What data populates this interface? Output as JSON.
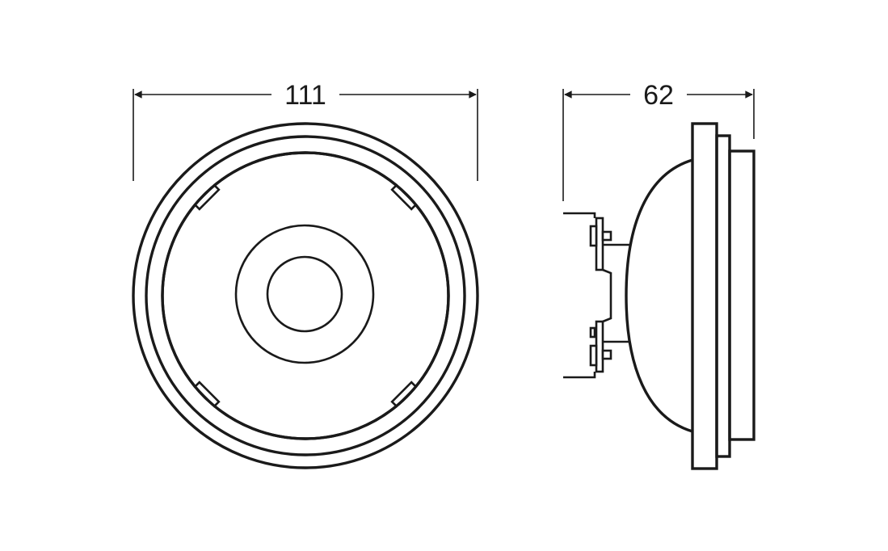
{
  "drawing": {
    "type": "technical-dimension-drawing",
    "subject": "AR111 reflector lamp",
    "views": [
      {
        "name": "front-view",
        "dimension": {
          "label": "111",
          "axis": "horizontal"
        }
      },
      {
        "name": "side-view",
        "dimension": {
          "label": "62",
          "axis": "horizontal"
        }
      }
    ],
    "line_color": "#1a1a1a",
    "background_color": "#ffffff"
  }
}
